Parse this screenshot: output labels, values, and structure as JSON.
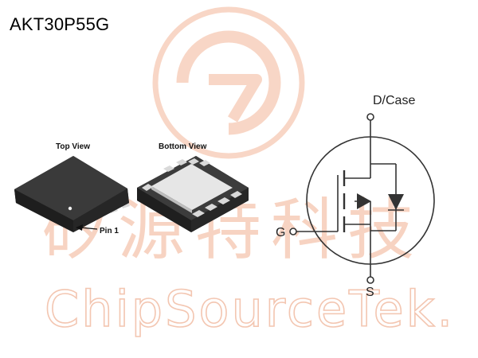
{
  "part_number": "AKT30P55G",
  "package_views": {
    "top_view_label": "Top View",
    "bottom_view_label": "Bottom View",
    "pin1_label": "Pin 1"
  },
  "schematic": {
    "drain_label": "D/Case",
    "gate_label": "G",
    "source_label": "S"
  },
  "watermark": {
    "chinese_text": "矽源特科技",
    "english_text": "ChipSourceTek."
  },
  "colors": {
    "watermark": "#f6c9b3",
    "package_body": "#2a2a2a",
    "lead_metal": "#d9d9d9",
    "line": "#333333"
  }
}
